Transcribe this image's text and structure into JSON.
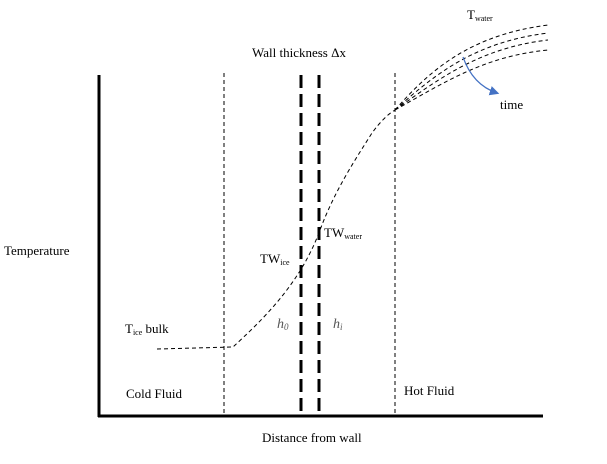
{
  "labels": {
    "wall_thickness": "Wall thickness Δx",
    "t_water_base": "T",
    "t_water_sub": "water",
    "time": "time",
    "temperature": "Temperature",
    "tw_water_base": "TW",
    "tw_water_sub": "water",
    "tw_ice_base": "TW",
    "tw_ice_sub": "ice",
    "t_ice_bulk_base": "T",
    "t_ice_bulk_sub": "ice",
    "t_ice_bulk_rest": " bulk",
    "h0_base": "h",
    "h0_sub": "0",
    "hi_base": "h",
    "hi_sub": "i",
    "cold_fluid": "Cold Fluid",
    "hot_fluid": "Hot Fluid",
    "x_axis": "Distance from wall"
  },
  "colors": {
    "line": "#000000",
    "arrow": "#4472c4",
    "heat_coeff": "#555555"
  }
}
